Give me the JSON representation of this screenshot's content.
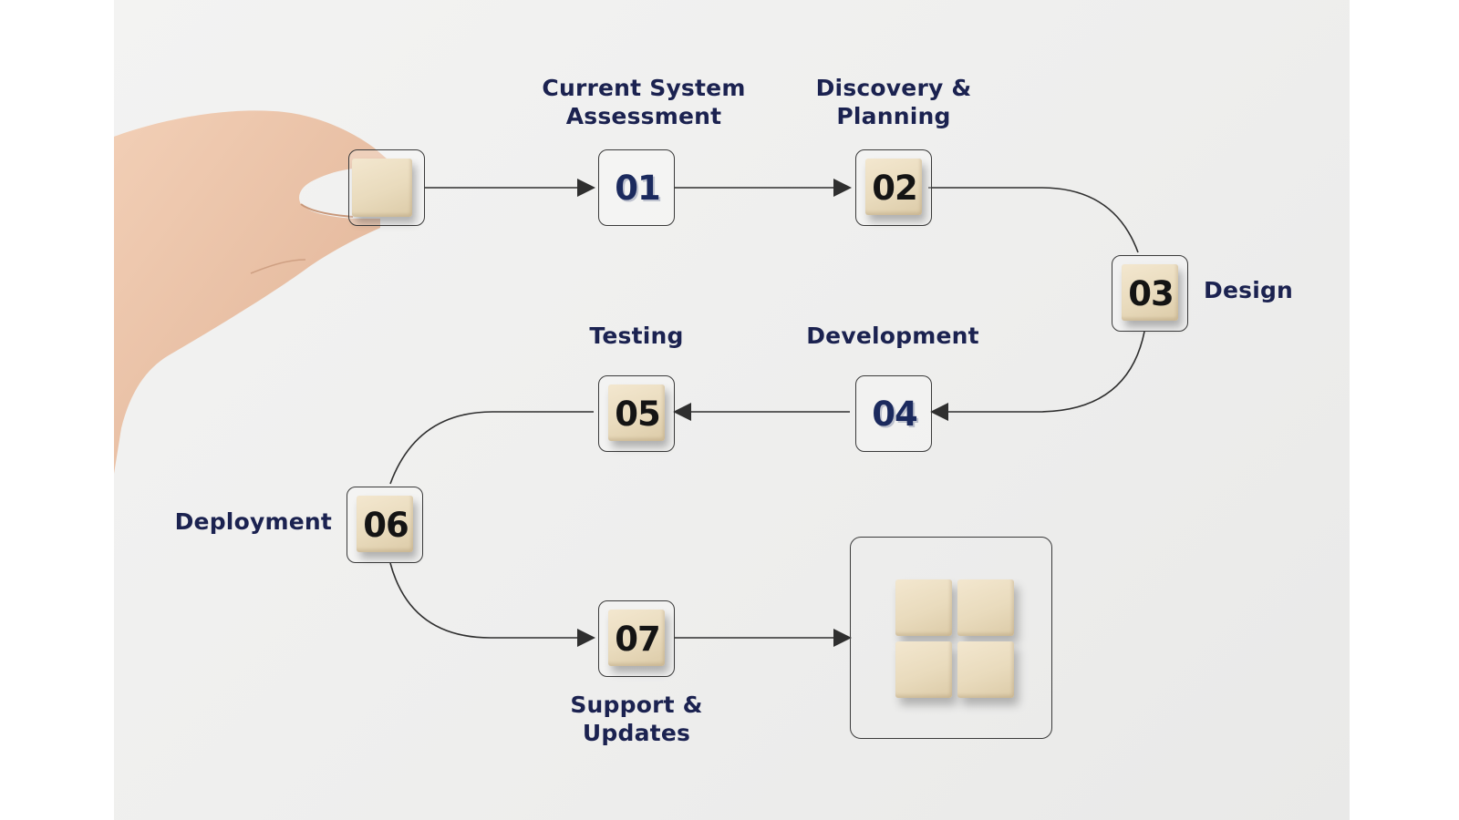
{
  "steps": [
    {
      "number": "01",
      "label_lines": [
        "Current System",
        "Assessment"
      ]
    },
    {
      "number": "02",
      "label_lines": [
        "Discovery &",
        "Planning"
      ]
    },
    {
      "number": "03",
      "label_lines": [
        "Design"
      ]
    },
    {
      "number": "04",
      "label_lines": [
        "Development"
      ]
    },
    {
      "number": "05",
      "label_lines": [
        "Testing"
      ]
    },
    {
      "number": "06",
      "label_lines": [
        "Deployment"
      ]
    },
    {
      "number": "07",
      "label_lines": [
        "Support &",
        "Updates"
      ]
    }
  ],
  "colors": {
    "label": "#1b2250",
    "number_dark": "#141414",
    "number_navy": "#1b2a5e",
    "connector": "#2f2f2f",
    "block": "#e9dbbd"
  },
  "icons": [
    "hand-holding-block-icon",
    "wooden-block-icon",
    "arrow-head-icon",
    "block-grid-icon"
  ]
}
